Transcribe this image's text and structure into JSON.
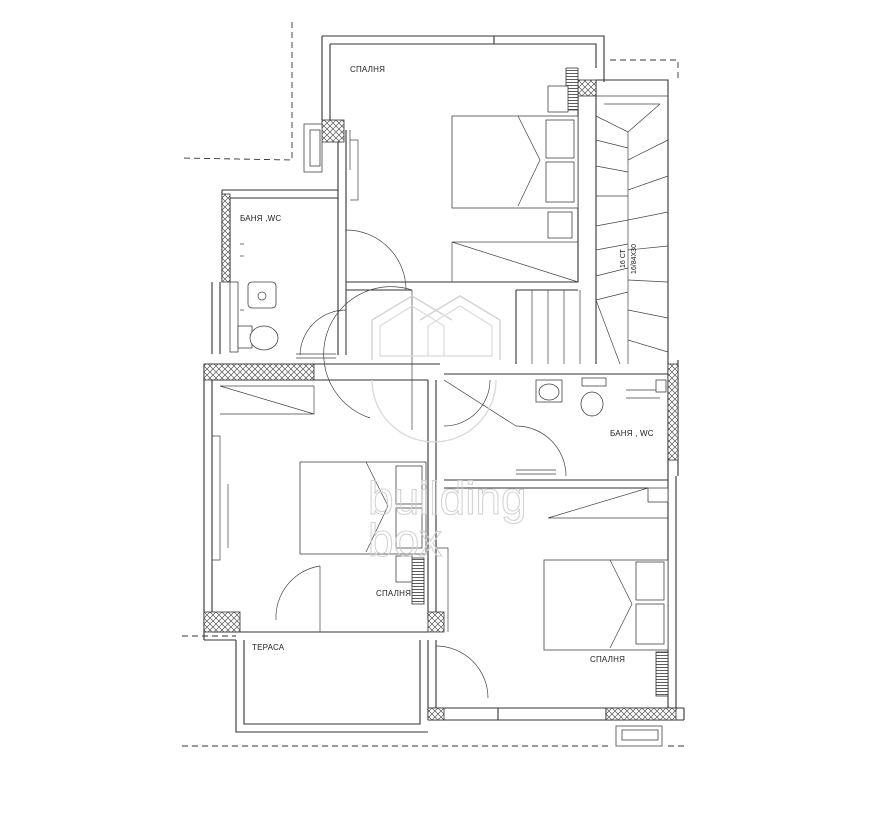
{
  "plan": {
    "rooms": {
      "bedroom_top": "СПАЛНЯ",
      "bath_left": "БАНЯ ,WC",
      "bath_right": "БАНЯ , WC",
      "bedroom_mid": "СПАЛНЯ",
      "bedroom_right": "СПАЛНЯ",
      "terrace": "ТЕРАСА"
    },
    "stairs": {
      "count": "16 СТ",
      "size": "16/84Х30"
    },
    "watermark": {
      "line1": "building",
      "line2": "box"
    },
    "colors": {
      "line": "#333333",
      "hatch": "#555555",
      "watermark": "#cfcfcf"
    }
  }
}
